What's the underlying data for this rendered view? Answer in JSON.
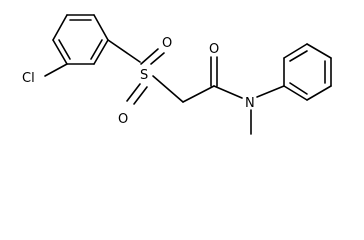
{
  "diagram": {
    "type": "skeletal-structure",
    "labels": {
      "chlorine": "Cl",
      "sulfur": "S",
      "sulfonyl_oxygen_top": "O",
      "sulfonyl_oxygen_bottom": "O",
      "carbonyl_oxygen": "O",
      "amide_nitrogen": "N"
    }
  }
}
